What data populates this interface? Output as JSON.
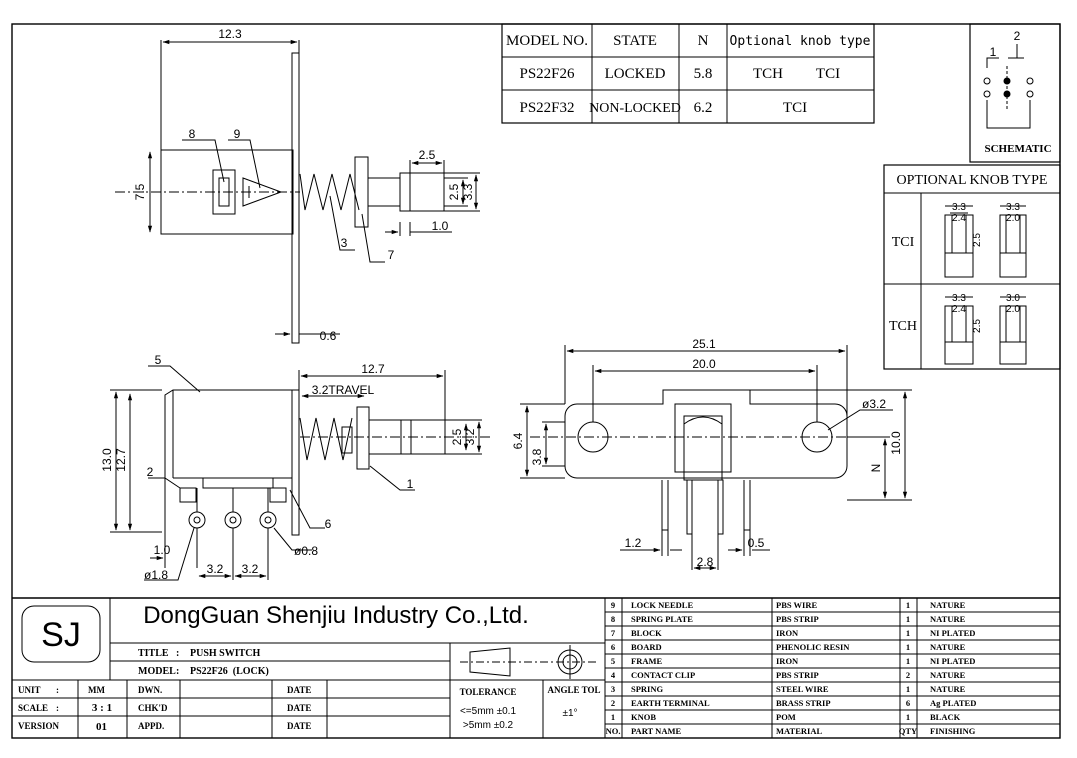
{
  "model_table": {
    "headers": [
      "MODEL NO.",
      "STATE",
      "N",
      "Optional knob type"
    ],
    "rows": [
      {
        "model": "PS22F26",
        "state": "LOCKED",
        "n": "5.8",
        "knob_a": "TCH",
        "knob_b": "TCI"
      },
      {
        "model": "PS22F32",
        "state": "NON-LOCKED",
        "n": "6.2",
        "knob": "TCI"
      }
    ]
  },
  "schematic": {
    "label": "SCHEMATIC",
    "pin1": "1",
    "pin2": "2"
  },
  "optional_knob": {
    "title": "OPTIONAL KNOB TYPE",
    "tci": {
      "label": "TCI",
      "dims_left": [
        "3.3",
        "2.4",
        "2.5"
      ],
      "dims_right": [
        "3.3",
        "2.0"
      ]
    },
    "tch": {
      "label": "TCH",
      "dims_left": [
        "3.3",
        "2.4",
        "2.5"
      ],
      "dims_right": [
        "3.0",
        "2.0"
      ]
    }
  },
  "top_view": {
    "dims": {
      "width": "12.3",
      "height": "7.5",
      "knob_len": "2.5",
      "knob_h1": "2.5",
      "knob_h2": "3.3",
      "knob_step": "1.0",
      "plate": "0.6"
    },
    "callouts": [
      "8",
      "9",
      "3",
      "7"
    ]
  },
  "side_view": {
    "dims": {
      "h_outer": "13.0",
      "h_inner": "12.7",
      "len": "12.7",
      "travel": "3.2TRAVEL",
      "knob_h1": "2.5",
      "knob_h2": "3.2",
      "pin_offset": "1.0",
      "pitch_a": "3.2",
      "pitch_b": "3.2",
      "hole_a": "ø1.8",
      "hole_b": "ø0.8"
    },
    "callouts": [
      "5",
      "2",
      "1",
      "6"
    ]
  },
  "front_view": {
    "dims": {
      "overall": "25.1",
      "centers": "20.0",
      "hole": "ø3.2",
      "h_a": "6.4",
      "h_b": "3.8",
      "height": "10.0",
      "n": "N",
      "left": "1.2",
      "pitch": "2.8",
      "right": "0.5"
    }
  },
  "title_block": {
    "logo": "SJ",
    "company": "DongGuan Shenjiu Industry Co.,Ltd.",
    "title_label": "TITLE",
    "title_value": "PUSH SWITCH",
    "model_label": "MODEL",
    "model_value": "PS22F26  (LOCK)",
    "unit_label": "UNIT",
    "unit_value": "MM",
    "scale_label": "SCALE",
    "scale_value": "3 : 1",
    "version_label": "VERSION",
    "version_value": "01",
    "dwn": "DWN.",
    "chkd": "CHK'D",
    "appd": "APPD.",
    "date": "DATE",
    "tolerance_label": "TOLERANCE",
    "tol_a": "<=5mm ±0.1",
    "tol_b": ">5mm ±0.2",
    "angle_label": "ANGLE TOL",
    "angle_value": "±1°"
  },
  "bom": {
    "headers": [
      "NO.",
      "PART NAME",
      "MATERIAL",
      "QTY",
      "FINISHING"
    ],
    "rows": [
      {
        "no": "9",
        "name": "LOCK NEEDLE",
        "material": "PBS WIRE",
        "qty": "1",
        "finish": "NATURE"
      },
      {
        "no": "8",
        "name": "SPRING PLATE",
        "material": "PBS STRIP",
        "qty": "1",
        "finish": "NATURE"
      },
      {
        "no": "7",
        "name": "BLOCK",
        "material": "IRON",
        "qty": "1",
        "finish": "NI PLATED"
      },
      {
        "no": "6",
        "name": "BOARD",
        "material": "PHENOLIC RESIN",
        "qty": "1",
        "finish": "NATURE"
      },
      {
        "no": "5",
        "name": "FRAME",
        "material": "IRON",
        "qty": "1",
        "finish": "NI PLATED"
      },
      {
        "no": "4",
        "name": "CONTACT CLIP",
        "material": "PBS STRIP",
        "qty": "2",
        "finish": "NATURE"
      },
      {
        "no": "3",
        "name": "SPRING",
        "material": "STEEL WIRE",
        "qty": "1",
        "finish": "NATURE"
      },
      {
        "no": "2",
        "name": "EARTH TERMINAL",
        "material": "BRASS STRIP",
        "qty": "6",
        "finish": "Ag PLATED"
      },
      {
        "no": "1",
        "name": "KNOB",
        "material": "POM",
        "qty": "1",
        "finish": "BLACK"
      }
    ]
  }
}
